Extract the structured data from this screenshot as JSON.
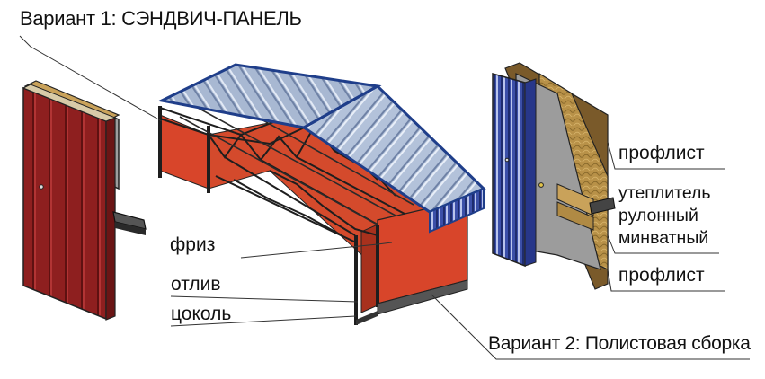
{
  "titles": {
    "variant1": "Вариант 1: СЭНДВИЧ-ПАНЕЛЬ",
    "variant2": "Вариант 2: Полистовая сборка"
  },
  "labels": {
    "friz": "фриз",
    "otliv": "отлив",
    "tsokol": "цоколь",
    "proflist_top": "профлист",
    "insulation_1": "утеплитель",
    "insulation_2": "рулонный",
    "insulation_3": "минватный",
    "proflist_bottom": "профлист"
  },
  "colors": {
    "panel_red": "#8e1f1f",
    "frame_red": "#d8452a",
    "roof_sheet": "#a8b8d2",
    "roof_edge": "#1f3e8a",
    "steel_dark": "#1e1e1e",
    "insulation": "#b89148",
    "profile_blue": "#3b4fa8",
    "membrane_gray": "#9c9c9c"
  }
}
